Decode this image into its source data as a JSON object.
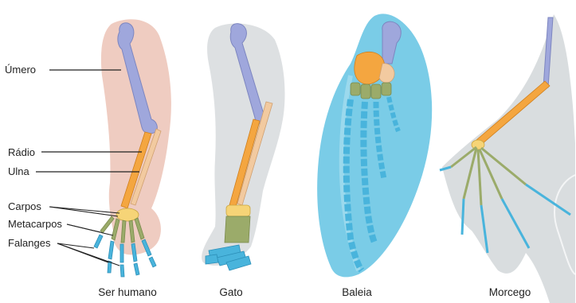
{
  "labels": {
    "umero": "Úmero",
    "radio": "Rádio",
    "ulna": "Ulna",
    "carpos": "Carpos",
    "metacarpos": "Metacarpos",
    "falanges": "Falanges"
  },
  "captions": {
    "human": "Ser humano",
    "cat": "Gato",
    "whale": "Baleia",
    "bat": "Morcego"
  },
  "colors": {
    "humerus": "#9fa7dc",
    "radius": "#f4a640",
    "ulna": "#f2caa0",
    "carpals": "#f6d477",
    "metacarpals": "#9bab6a",
    "phalanges": "#49b4dc",
    "human_skin": "#ecc3b6",
    "cat_fur": "#d7dadd",
    "whale_skin": "#6cc6e4",
    "bat_wing": "#d7dbdd"
  }
}
